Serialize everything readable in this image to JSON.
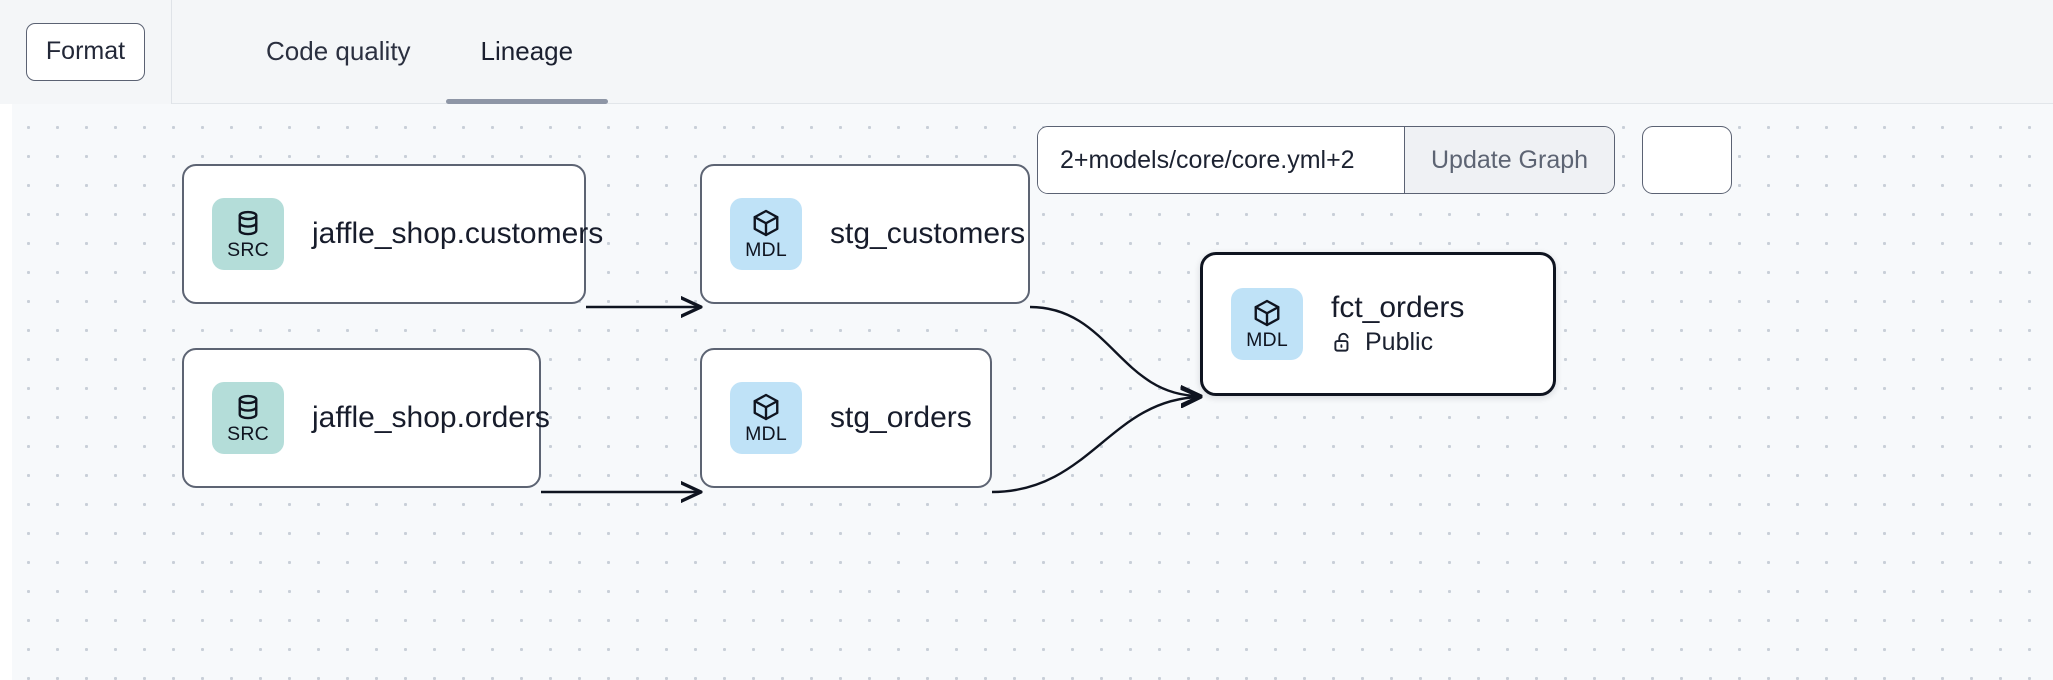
{
  "toolbar": {
    "format_label": "Format",
    "tabs": [
      {
        "label": "Code quality",
        "active": false
      },
      {
        "label": "Lineage",
        "active": true
      }
    ]
  },
  "controls": {
    "selector_value": "2+models/core/core.yml+2",
    "selector_placeholder": "Select nodes",
    "update_label": "Update Graph"
  },
  "graph": {
    "nodes": [
      {
        "id": "src-customers",
        "badge_kind": "src",
        "badge_label": "SRC",
        "icon": "database-icon",
        "title": "jaffle_shop.customers",
        "subtitle": null,
        "selected": false
      },
      {
        "id": "stg-customers",
        "badge_kind": "mdl",
        "badge_label": "MDL",
        "icon": "cube-icon",
        "title": "stg_customers",
        "subtitle": null,
        "selected": false
      },
      {
        "id": "src-orders",
        "badge_kind": "src",
        "badge_label": "SRC",
        "icon": "database-icon",
        "title": "jaffle_shop.orders",
        "subtitle": null,
        "selected": false
      },
      {
        "id": "stg-orders",
        "badge_kind": "mdl",
        "badge_label": "MDL",
        "icon": "cube-icon",
        "title": "stg_orders",
        "subtitle": null,
        "selected": false
      },
      {
        "id": "fct-orders",
        "badge_kind": "mdl",
        "badge_label": "MDL",
        "icon": "cube-icon",
        "title": "fct_orders",
        "subtitle": "Public",
        "subtitle_icon": "unlock-icon",
        "selected": true
      }
    ]
  },
  "colors": {
    "badge_src": "#b4ddd9",
    "badge_mdl": "#bfe2f7",
    "node_border": "#5d6473",
    "node_border_selected": "#0f1420",
    "canvas_bg": "#f7f9fb",
    "topbar_bg": "#f4f6f8",
    "tab_underline": "#8e96a6",
    "edge_stroke": "#0f1420"
  }
}
